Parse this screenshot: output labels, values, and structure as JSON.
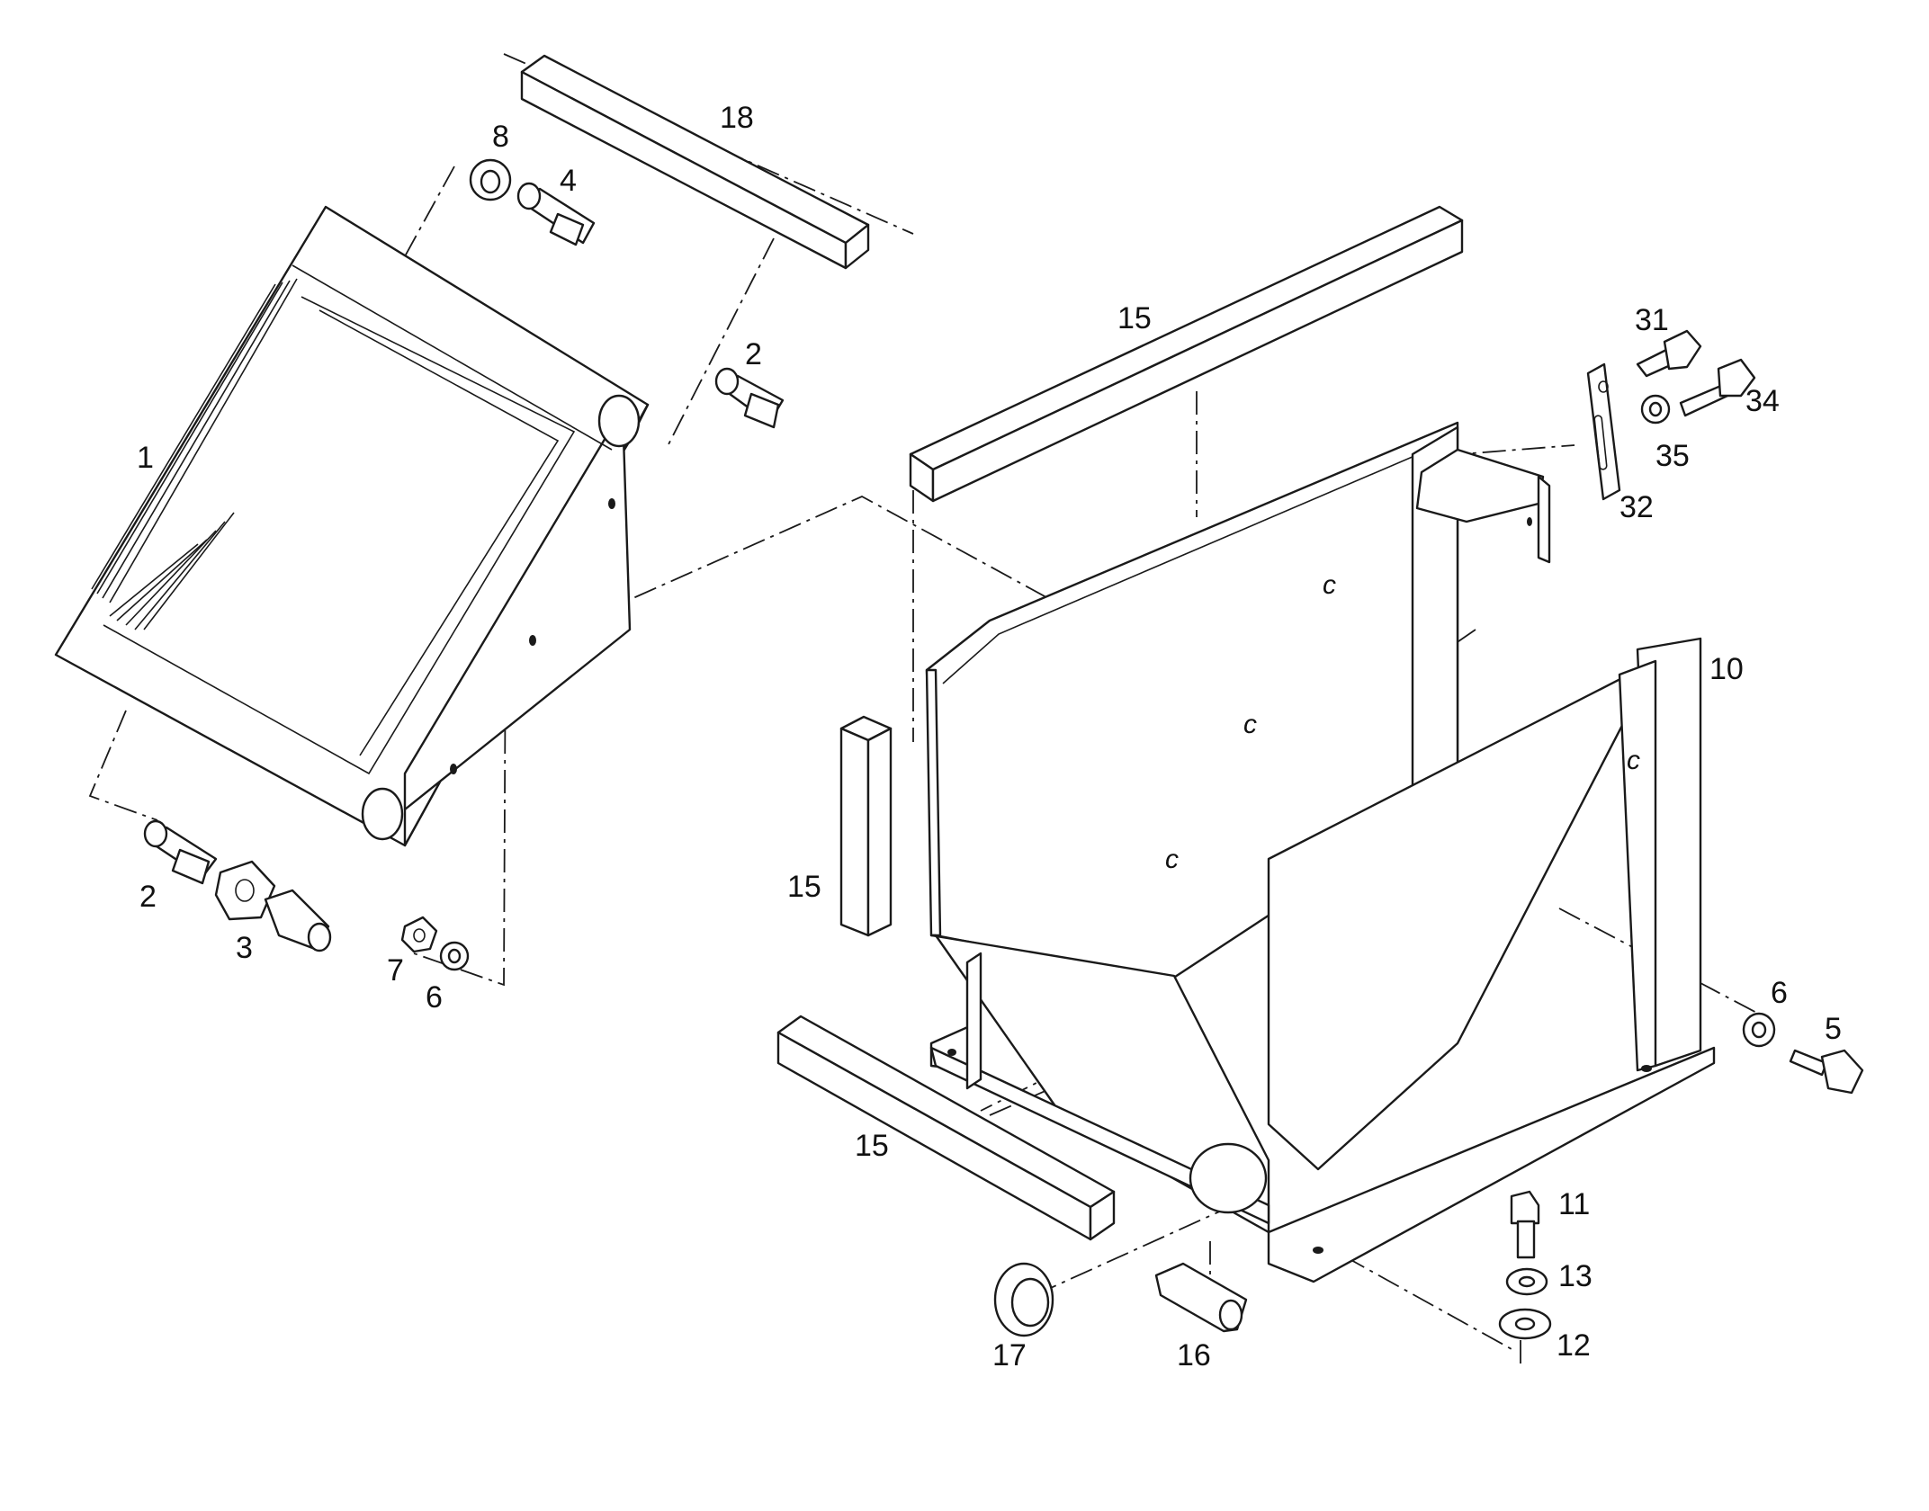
{
  "callouts": {
    "c1": "1",
    "c2a": "2",
    "c2b": "2",
    "c3": "3",
    "c4": "4",
    "c5": "5",
    "c6a": "6",
    "c6b": "6",
    "c7": "7",
    "c8": "8",
    "c10": "10",
    "c11": "11",
    "c12": "12",
    "c13": "13",
    "c15a": "15",
    "c15b": "15",
    "c15c": "15",
    "c16": "16",
    "c17": "17",
    "c18": "18",
    "c31": "31",
    "c32": "32",
    "c34": "34",
    "c35": "35"
  },
  "colors": {
    "ink": "#1a1a1a",
    "paper": "#ffffff"
  }
}
